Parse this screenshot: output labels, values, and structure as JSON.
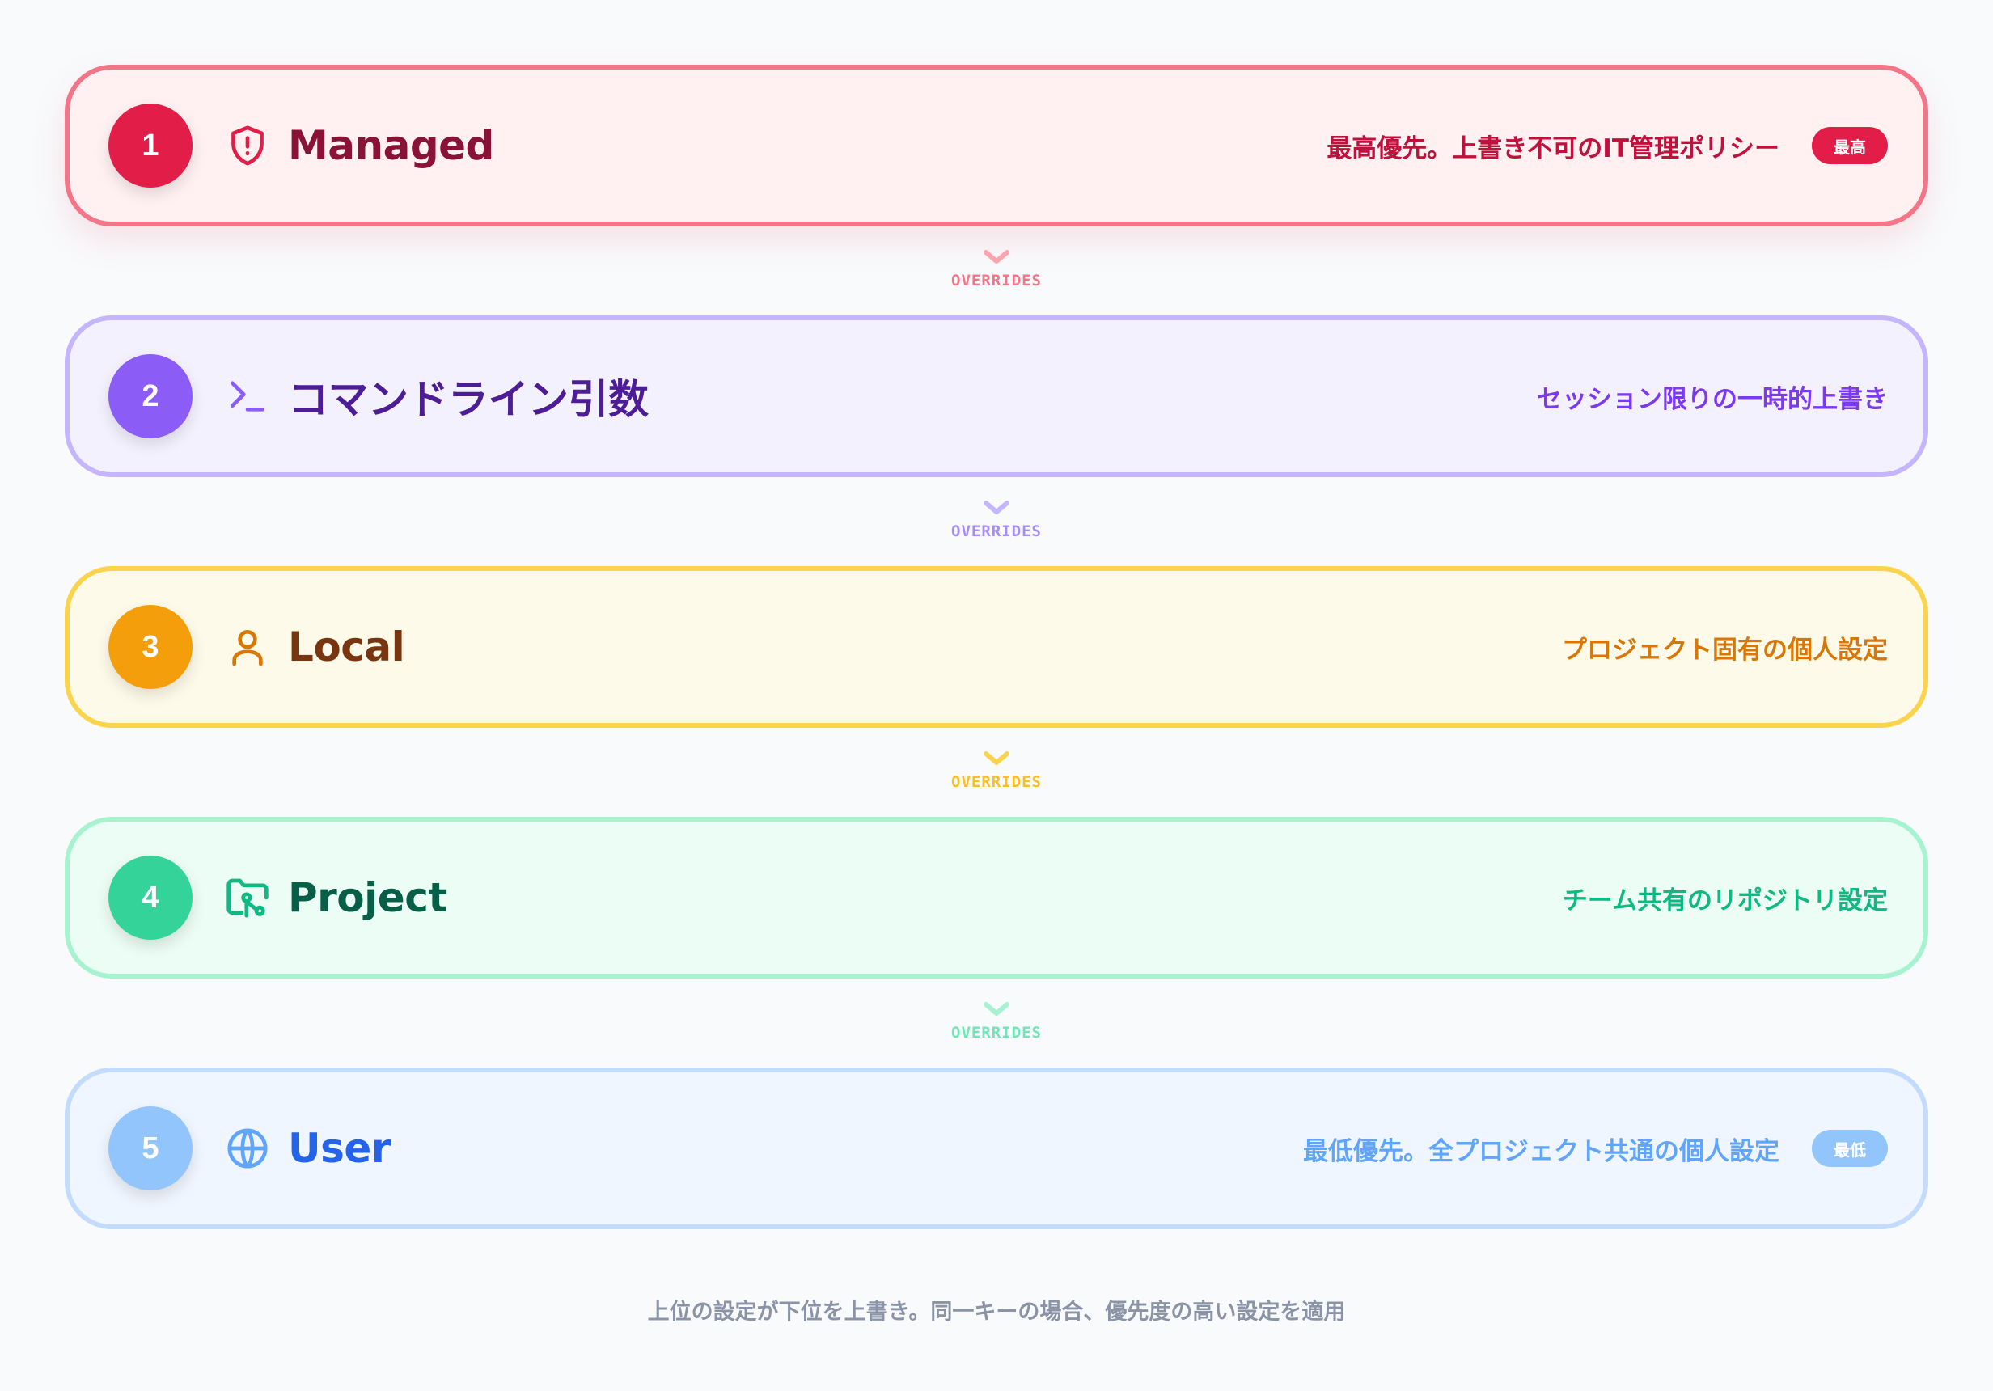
{
  "layers": [
    {
      "number": "1",
      "title": "Managed",
      "icon": "shield-alert-icon",
      "description": "最高優先。上書き不可のIT管理ポリシー",
      "badge": "最高",
      "colors": {
        "border": "#f47587",
        "bg": "#fff0f1",
        "circle": "#e11d48",
        "title": "#881337",
        "desc": "#be123c",
        "icon": "#e11d48",
        "badge": "#e11d48"
      }
    },
    {
      "number": "2",
      "title": "コマンドライン引数",
      "icon": "terminal-icon",
      "description": "セッション限りの一時的上書き",
      "badge": null,
      "colors": {
        "border": "#c4b5fd",
        "bg": "#f4f1fe",
        "circle": "#8b5cf6",
        "title": "#4c1d95",
        "desc": "#7c3aed",
        "icon": "#8b5cf6"
      }
    },
    {
      "number": "3",
      "title": "Local",
      "icon": "user-icon",
      "description": "プロジェクト固有の個人設定",
      "badge": null,
      "colors": {
        "border": "#fcd34d",
        "bg": "#fefaea",
        "circle": "#f59e0b",
        "title": "#78350f",
        "desc": "#d97706",
        "icon": "#d97706"
      }
    },
    {
      "number": "4",
      "title": "Project",
      "icon": "folder-git-icon",
      "description": "チーム共有のリポジトリ設定",
      "badge": null,
      "colors": {
        "border": "#a7f3d0",
        "bg": "#ecfdf5",
        "circle": "#34d399",
        "title": "#065f46",
        "desc": "#10b981",
        "icon": "#10b981"
      }
    },
    {
      "number": "5",
      "title": "User",
      "icon": "globe-icon",
      "description": "最低優先。全プロジェクト共通の個人設定",
      "badge": "最低",
      "colors": {
        "border": "#c3dcfd",
        "bg": "#f0f6ff",
        "circle": "#93c5fd",
        "title": "#2563eb",
        "desc": "#60a5fa",
        "icon": "#60a5fa",
        "badge": "#93c5fd"
      }
    }
  ],
  "connectors": [
    {
      "label": "OVERRIDES",
      "color": "#f47587",
      "chevron": "#fda4af"
    },
    {
      "label": "OVERRIDES",
      "color": "#a78bfa",
      "chevron": "#c4b5fd"
    },
    {
      "label": "OVERRIDES",
      "color": "#fbbf24",
      "chevron": "#fcd34d"
    },
    {
      "label": "OVERRIDES",
      "color": "#6ee7b7",
      "chevron": "#a7f3d0"
    }
  ],
  "footer": "上位の設定が下位を上書き。同一キーの場合、優先度の高い設定を適用"
}
